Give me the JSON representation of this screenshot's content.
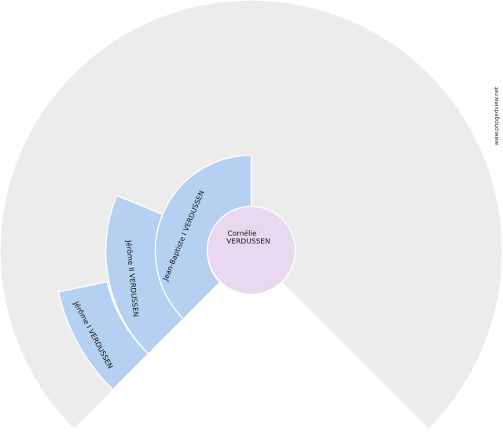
{
  "colors": {
    "background_fan": "#ececec",
    "ancestor_segment": "#b5d0f1",
    "root_circle": "#e8d8f0",
    "segment_border": "#ffffff"
  },
  "root_person": {
    "given_name": "Cornélie",
    "surname": "VERDUSSEN"
  },
  "ancestors": [
    {
      "generation": 1,
      "name": "Jean-Baptiste I VERDUSSEN"
    },
    {
      "generation": 2,
      "name": "Jérôme II VERDUSSEN"
    },
    {
      "generation": 3,
      "name": "Jérôme I VERDUSSEN"
    }
  ],
  "watermark": "www.phpgedview.net"
}
